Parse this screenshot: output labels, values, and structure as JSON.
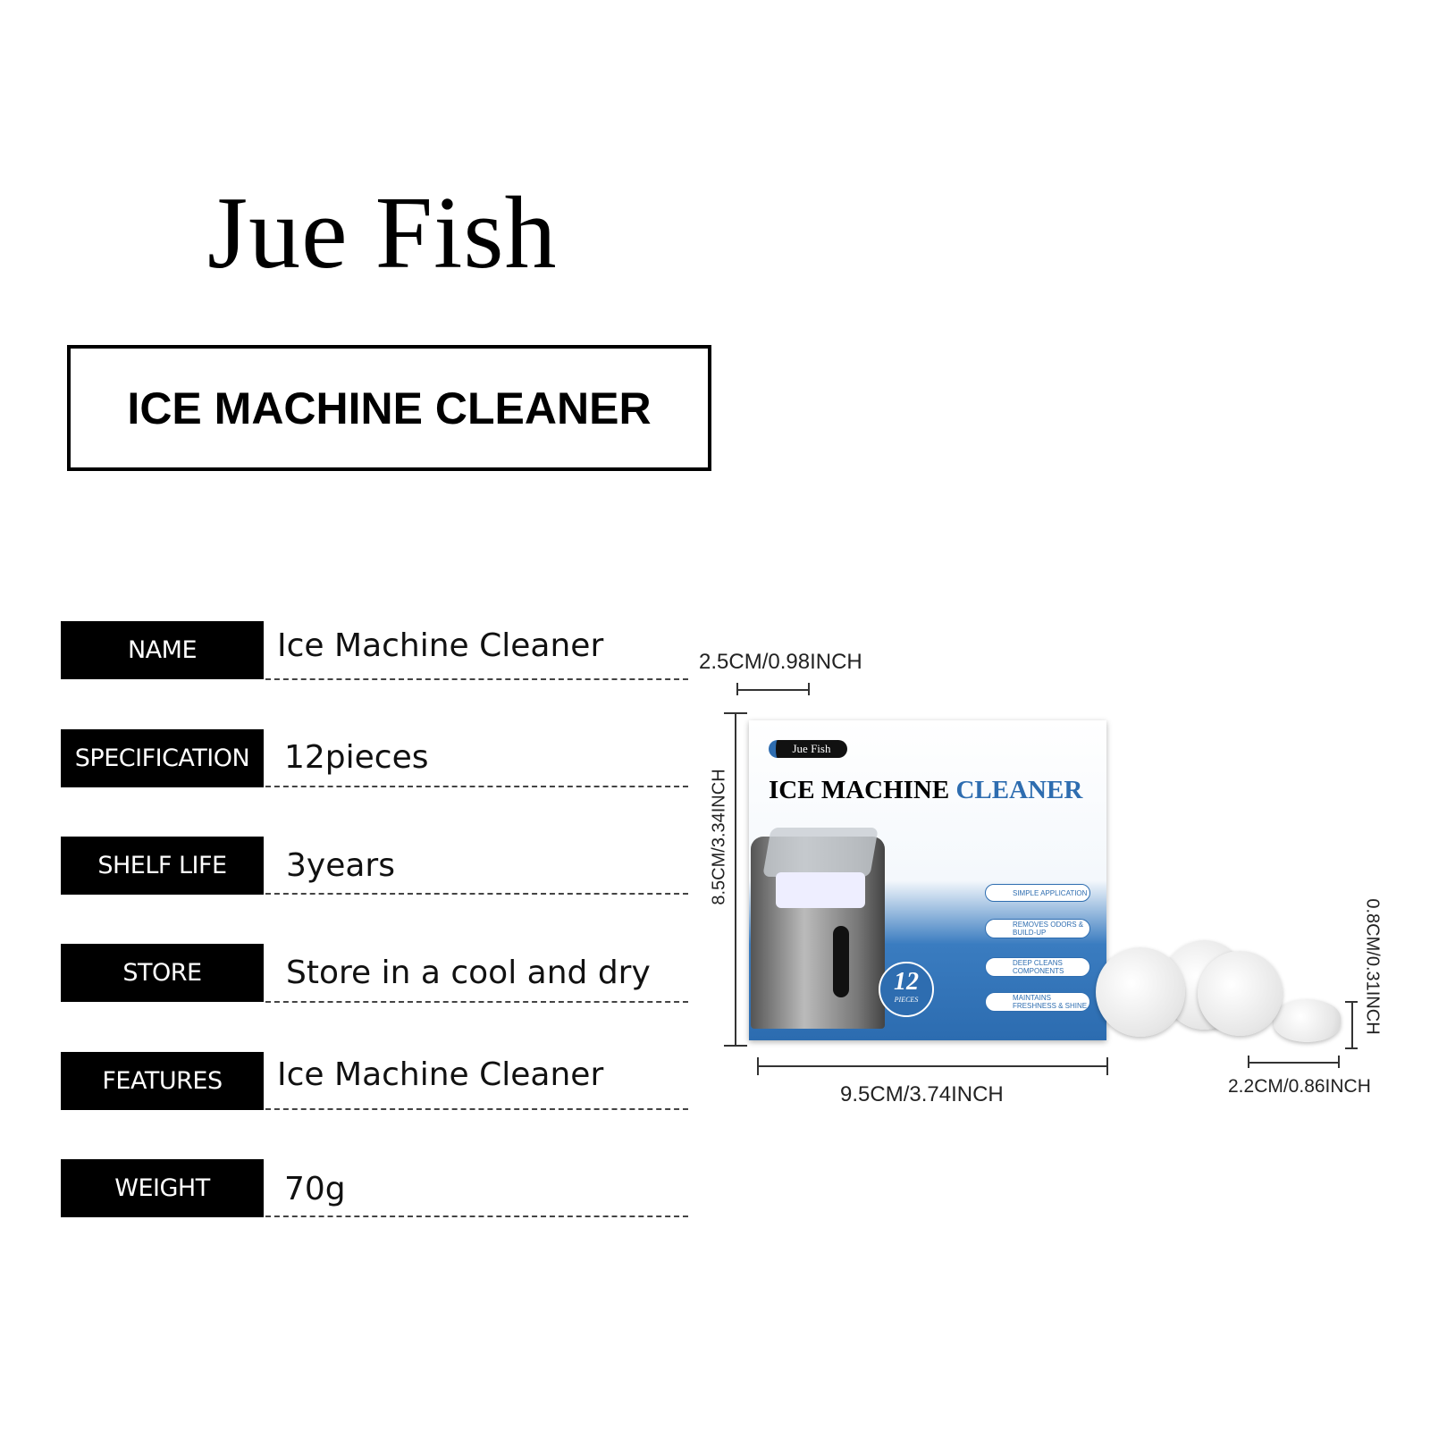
{
  "brand": "Jue Fish",
  "title": "ICE MACHINE CLEANER",
  "specs": [
    {
      "label": "NAME",
      "value": "Ice Machine Cleaner"
    },
    {
      "label": "SPECIFICATION",
      "value": "12pieces"
    },
    {
      "label": "SHELF LIFE",
      "value": "3years"
    },
    {
      "label": "STORE",
      "value": "Store in a cool and dry"
    },
    {
      "label": "FEATURES",
      "value": "Ice Machine Cleaner"
    },
    {
      "label": "WEIGHT",
      "value": "70g"
    }
  ],
  "dimensions": {
    "tablet_diameter_top": "2.5CM/0.98INCH",
    "box_height": "8.5CM/3.34INCH",
    "box_width": "9.5CM/3.74INCH",
    "tablet_thickness": "0.8CM/0.31INCH",
    "tablet_diameter": "2.2CM/0.86INCH"
  },
  "package": {
    "brand": "Jue Fish",
    "title_a": "ICE MACHINE",
    "title_b": "CLEANER",
    "count": "12",
    "count_unit": "PIECES",
    "features": [
      "SIMPLE APPLICATION",
      "REMOVES ODORS & BUILD-UP",
      "DEEP CLEANS COMPONENTS",
      "MAINTAINS FRESHNESS & SHINE"
    ],
    "accent": "#2e6db0"
  }
}
